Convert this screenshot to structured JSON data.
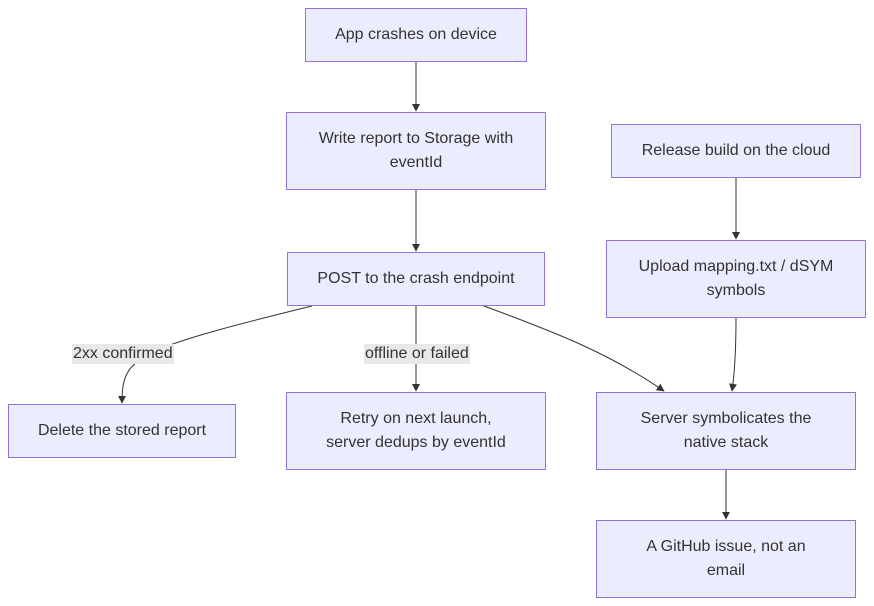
{
  "nodes": {
    "crash": "App crashes on device",
    "write": "Write report to Storage with eventId",
    "post": "POST to the crash endpoint",
    "release": "Release build on the cloud",
    "upload": "Upload mapping.txt / dSYM symbols",
    "delete": "Delete the stored report",
    "retry_line1": "Retry on next launch,",
    "retry_line2": "server dedups by eventId",
    "symbolicate": "Server symbolicates the native stack",
    "github": "A GitHub issue, not an email"
  },
  "edge_labels": {
    "confirmed": "2xx confirmed",
    "failed": "offline or failed"
  },
  "colors": {
    "node_fill": "#ECECFF",
    "node_border": "#9370DB",
    "edge": "#333333",
    "label_bg": "#E8E8E8"
  }
}
